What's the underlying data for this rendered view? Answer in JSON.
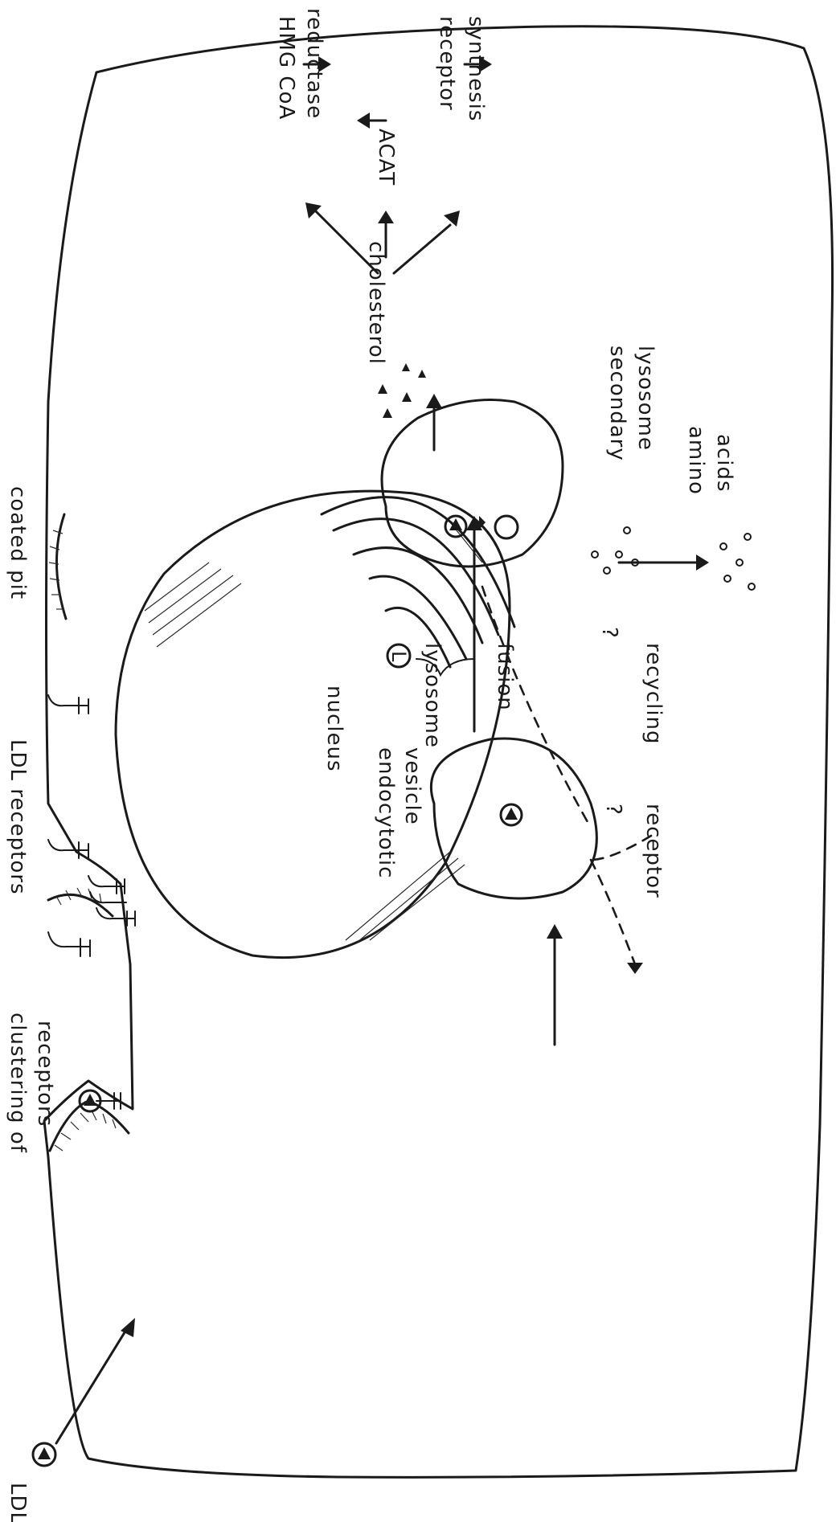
{
  "labels": {
    "ldl": "LDL",
    "clustering": "clustering of",
    "clustering2": "receptors",
    "ldl_receptors": "LDL receptors",
    "coated_pit": "coated pit",
    "nucleus": "nucleus",
    "endocytotic": "endocytotic",
    "vesicle": "vesicle",
    "lysosome_letter": "L",
    "lysosome": "lysosome",
    "fusion": "fusion",
    "receptor": "receptor",
    "recycling": "recycling",
    "question": "?",
    "secondary": "secondary",
    "secondary2": "lysosome",
    "amino": "amino",
    "acids": "acids",
    "cholesterol": "cholesterol",
    "hmg": "HMG CoA",
    "reductase": "reductase",
    "acat": "ACAT",
    "receptor_syn": "receptor",
    "synthesis": "synthesis"
  }
}
